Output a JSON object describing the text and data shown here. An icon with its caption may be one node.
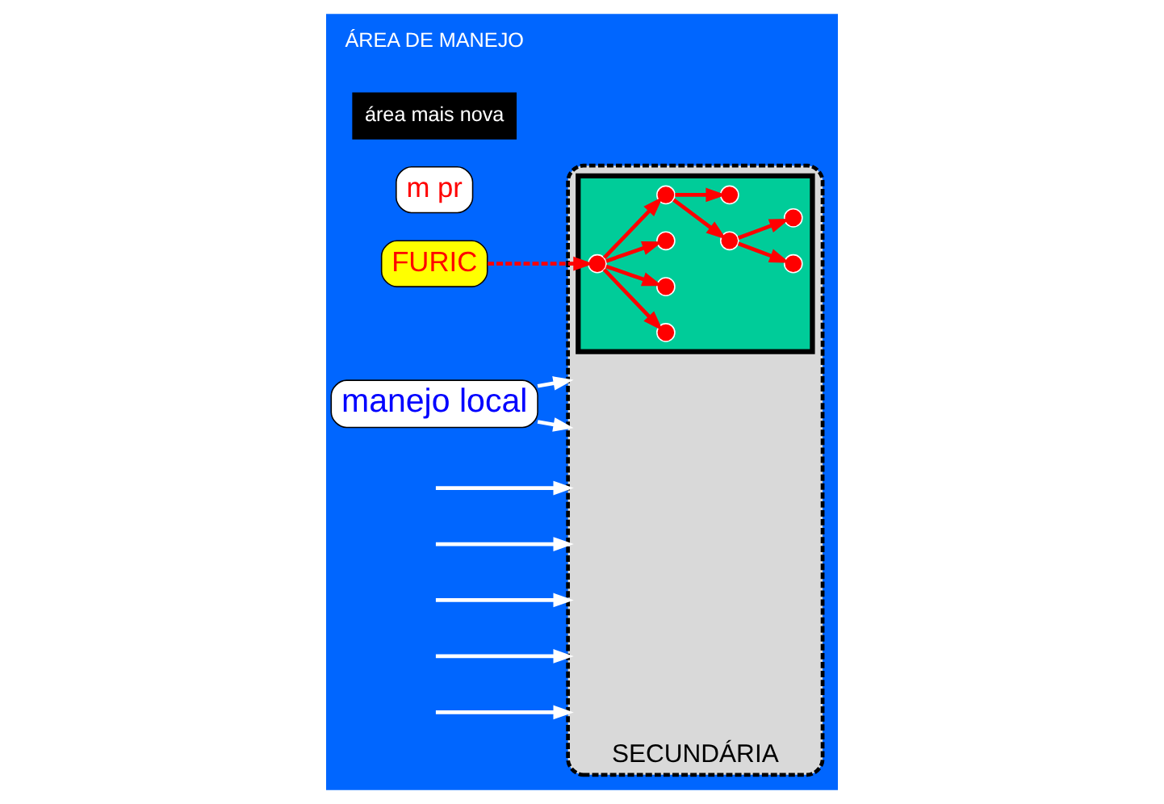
{
  "diagram": {
    "nodes": [
      {
        "text": [
          "FURIC"
        ]
      },
      {
        "text": [
          "SECUNDÁRIA"
        ]
      },
      {
        "text": [],
        "shape": "box",
        "in": 1
      },
      {
        "text": [],
        "shape": "circle",
        "in": 2
      },
      {
        "text": [],
        "shape": "circle",
        "in": 2
      },
      {
        "text": [],
        "shape": "circle",
        "in": 2
      },
      {
        "text": [],
        "shape": "circle",
        "in": 2
      },
      {
        "text": [],
        "shape": "circle",
        "in": 2
      },
      {
        "text": [],
        "shape": "circle",
        "in": 2
      },
      {
        "text": [],
        "shape": "circle",
        "in": 2
      },
      {
        "text": [],
        "shape": "circle",
        "in": 2
      },
      {
        "text": [],
        "shape": "circle",
        "in": 2
      },
      {
        "text": [
          "m pr"
        ]
      },
      {
        "text": [
          "manejo local"
        ]
      },
      {
        "text": [
          "área mais nova"
        ]
      }
    ],
    "edges": [
      {
        "from": 0,
        "to": 3,
        "arrow": "to",
        "style": "dashed"
      },
      {
        "from": 3,
        "to": 4,
        "arrow": "to"
      },
      {
        "from": 3,
        "to": 5,
        "arrow": "to"
      },
      {
        "from": 3,
        "to": 6,
        "arrow": "to"
      },
      {
        "from": 3,
        "to": 7,
        "arrow": "to"
      },
      {
        "from": 7,
        "to": 8,
        "arrow": "to"
      },
      {
        "from": 7,
        "to": 10,
        "arrow": "to"
      },
      {
        "from": 8,
        "to": 9,
        "arrow": "to"
      },
      {
        "from": 8,
        "to": 11,
        "arrow": "to"
      },
      {
        "from": null,
        "to": 1,
        "arrow": "to",
        "color": "#ffffff"
      },
      {
        "from": null,
        "to": 1,
        "arrow": "to",
        "color": "#ffffff"
      },
      {
        "from": null,
        "to": 1,
        "arrow": "to",
        "color": "#ffffff"
      },
      {
        "from": null,
        "to": 1,
        "arrow": "to",
        "color": "#ffffff"
      },
      {
        "from": 13,
        "to": 1,
        "arrow": "to",
        "color": "#ffffff"
      },
      {
        "from": 13,
        "to": 1,
        "arrow": "to",
        "color": "#ffffff"
      },
      {
        "from": null,
        "to": 1,
        "arrow": "to",
        "color": "#ffffff"
      }
    ],
    "labels": [
      "ÁREA DE MANEJO"
    ]
  }
}
